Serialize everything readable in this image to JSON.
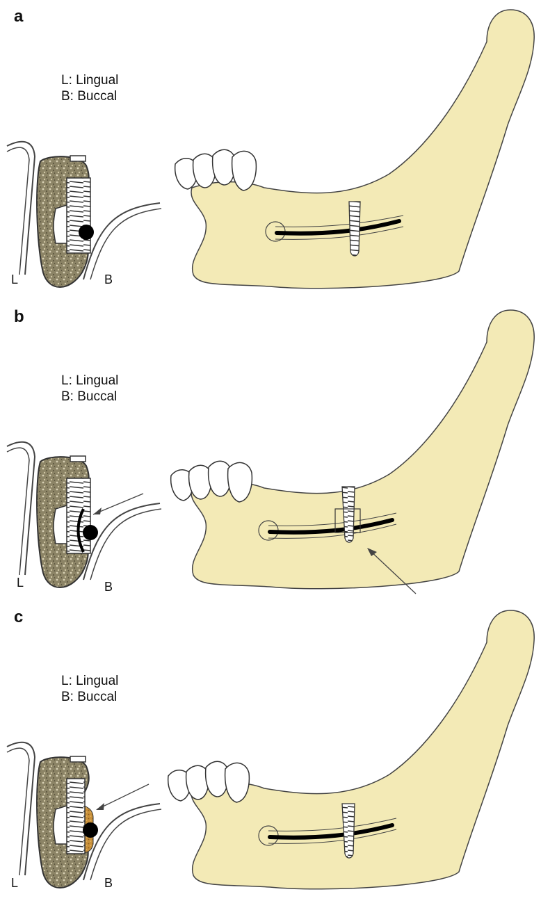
{
  "panels": [
    {
      "label": "a",
      "legend": [
        "L: Lingual",
        "B: Buccal"
      ],
      "side_left": "L",
      "side_right": "B",
      "nerve_guard": "none",
      "arrows": false
    },
    {
      "label": "b",
      "legend": [
        "L: Lingual",
        "B: Buccal"
      ],
      "side_left": "L",
      "side_right": "B",
      "nerve_guard": "barrier",
      "arrows": true
    },
    {
      "label": "c",
      "legend": [
        "L: Lingual",
        "B: Buccal"
      ],
      "side_left": "L",
      "side_right": "B",
      "nerve_guard": "graft",
      "arrows": true
    }
  ],
  "colors": {
    "jaw_fill": "#f3eab6",
    "bone_fill": "#8c8466",
    "graft_fill": "#c8903a",
    "nerve": "#000000",
    "outline": "#333333"
  }
}
